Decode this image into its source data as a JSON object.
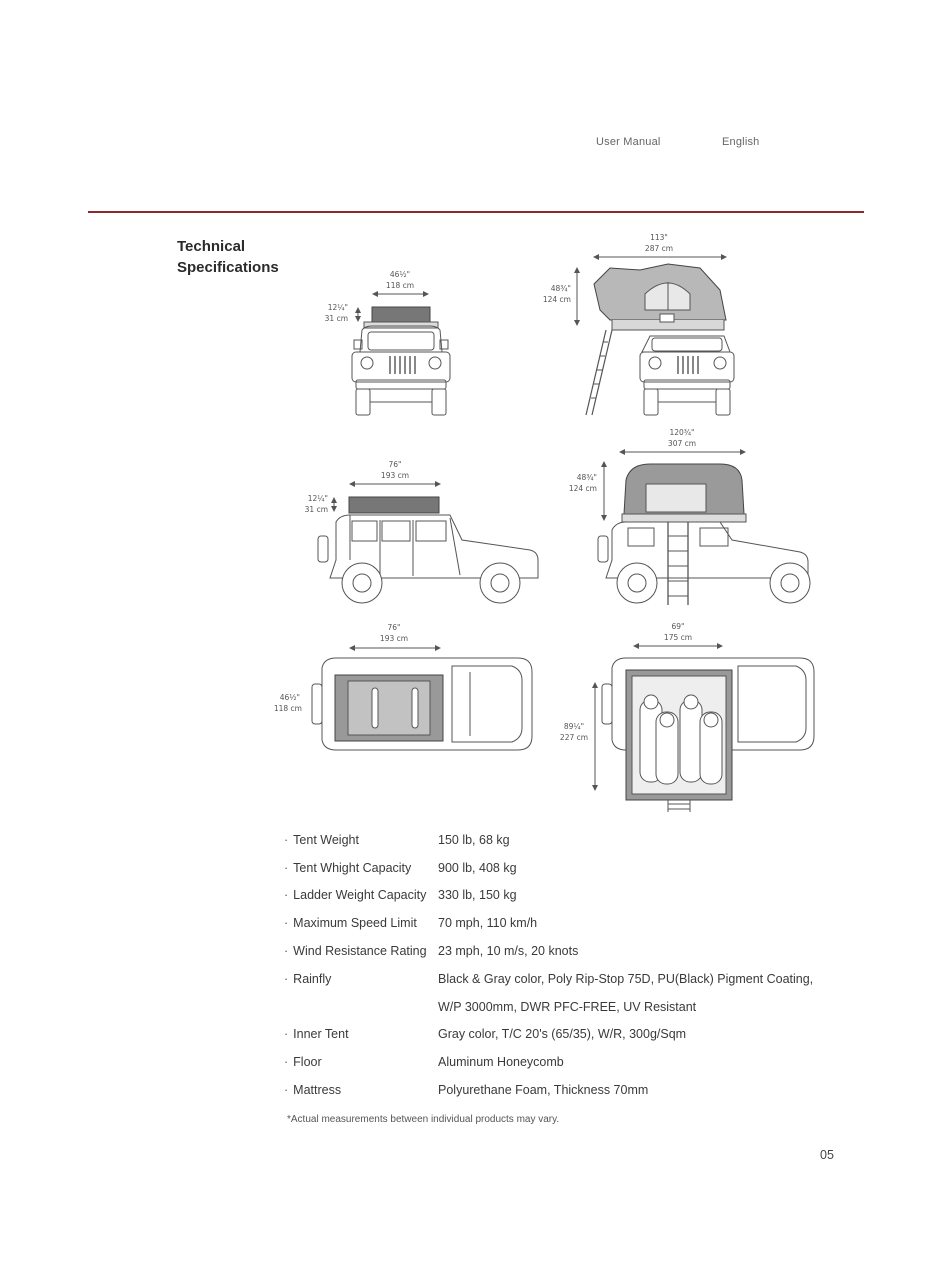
{
  "header": {
    "manual": "User Manual",
    "language": "English"
  },
  "section": {
    "title_line1": "Technical",
    "title_line2": "Specifications"
  },
  "dimensions": {
    "front_closed": {
      "width_in": "46½\"",
      "width_cm": "118 cm",
      "height_in": "12¼\"",
      "height_cm": "31 cm"
    },
    "front_open": {
      "width_in": "113\"",
      "width_cm": "287 cm",
      "height_in": "48¾\"",
      "height_cm": "124 cm"
    },
    "side_closed": {
      "width_in": "76\"",
      "width_cm": "193 cm",
      "height_in": "12¼\"",
      "height_cm": "31 cm"
    },
    "side_open": {
      "width_in": "120¾\"",
      "width_cm": "307 cm",
      "height_in": "48¾\"",
      "height_cm": "124 cm"
    },
    "top_closed": {
      "width_in": "76\"",
      "width_cm": "193 cm",
      "height_in": "46½\"",
      "height_cm": "118 cm"
    },
    "top_open": {
      "width_in": "69\"",
      "width_cm": "175 cm",
      "height_in": "89¼\"",
      "height_cm": "227 cm"
    }
  },
  "specs": [
    {
      "label": "Tent Weight",
      "value": "150 lb, 68 kg"
    },
    {
      "label": "Tent Whight Capacity",
      "value": "900 lb, 408 kg"
    },
    {
      "label": "Ladder Weight Capacity",
      "value": "330 lb, 150 kg"
    },
    {
      "label": "Maximum Speed Limit",
      "value": "70 mph, 110 km/h"
    },
    {
      "label": "Wind Resistance Rating",
      "value": "23 mph, 10 m/s, 20 knots"
    },
    {
      "label": "Rainfly",
      "value": "Black & Gray color, Poly Rip-Stop 75D, PU(Black) Pigment Coating,"
    },
    {
      "label": "",
      "value": "W/P 3000mm, DWR PFC-FREE, UV Resistant"
    },
    {
      "label": "Inner Tent",
      "value": "Gray color, T/C 20's (65/35), W/R, 300g/Sqm"
    },
    {
      "label": "Floor",
      "value": "Aluminum Honeycomb"
    },
    {
      "label": "Mattress",
      "value": "Polyurethane Foam, Thickness 70mm"
    }
  ],
  "note": "*Actual measurements between individual products may vary.",
  "page_number": "05"
}
